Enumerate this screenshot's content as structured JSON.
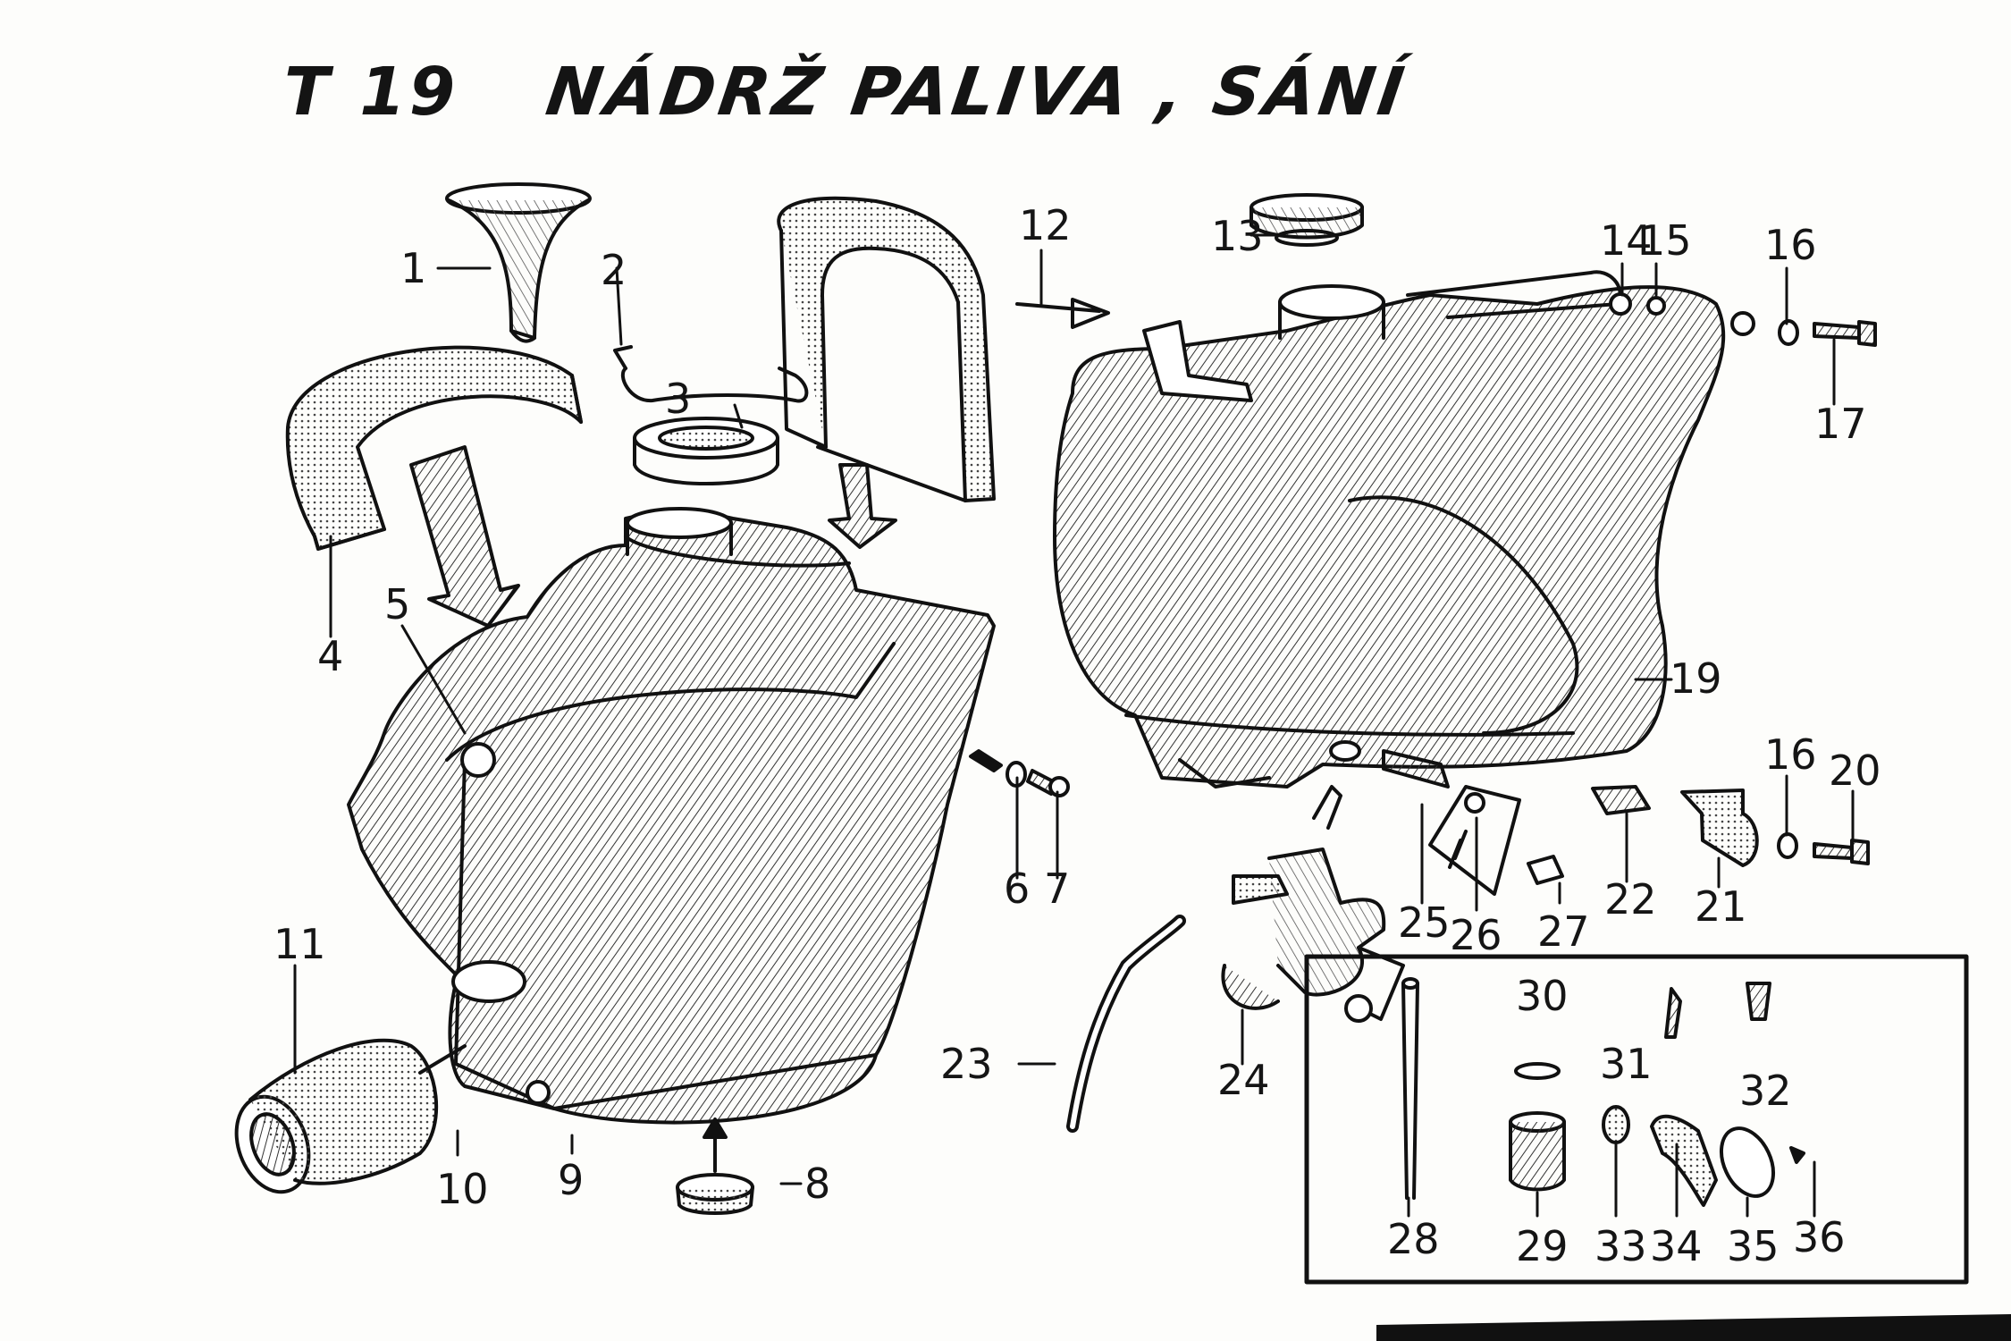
{
  "header": {
    "code": "T 19",
    "title": "NÁDRŽ PALIVA , SÁNÍ"
  },
  "callouts": [
    "1",
    "2",
    "3",
    "4",
    "5",
    "6",
    "7",
    "8",
    "9",
    "10",
    "11",
    "12",
    "13",
    "14",
    "15",
    "16",
    "17",
    "19",
    "16",
    "20",
    "22",
    "21",
    "25",
    "26",
    "27",
    "23",
    "24",
    "30",
    "31",
    "32",
    "28",
    "29",
    "33",
    "34",
    "35",
    "36"
  ]
}
